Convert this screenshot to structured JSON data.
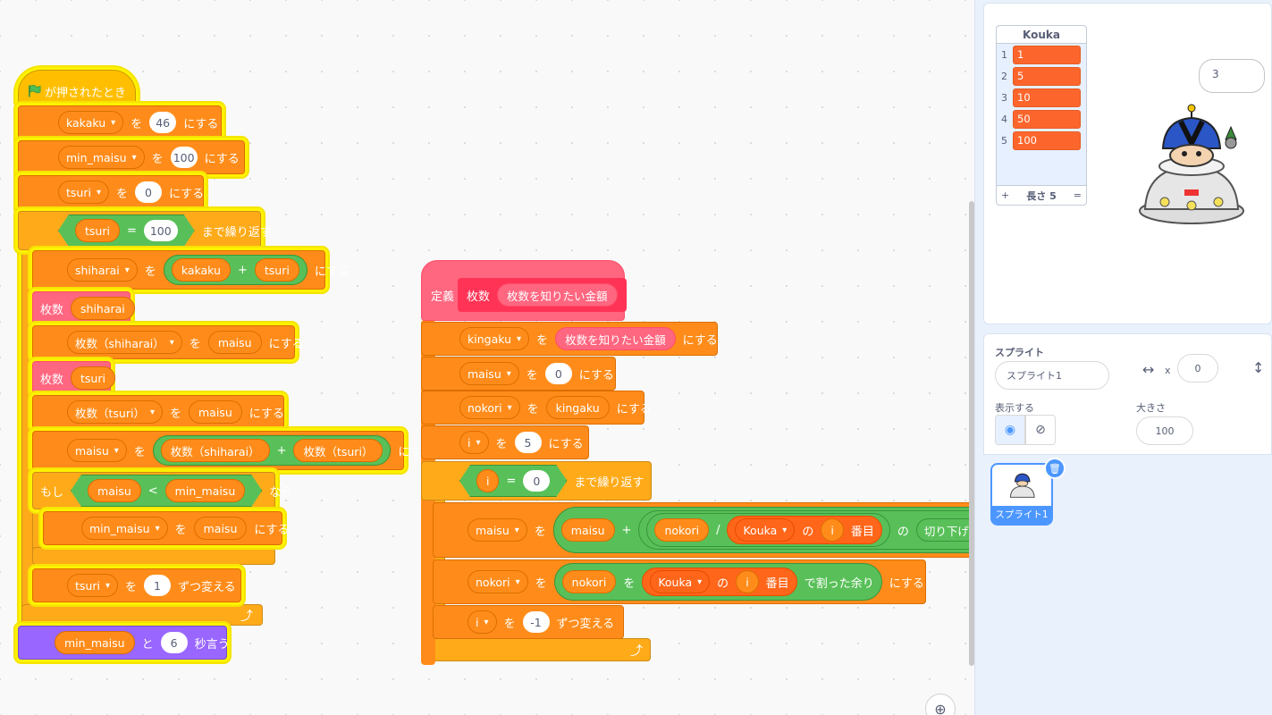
{
  "script1": {
    "hat_label": "が押されたとき",
    "set1": {
      "var": "kakaku",
      "wo": "を",
      "value": "46",
      "suru": "にする"
    },
    "set2": {
      "var": "min_maisu",
      "wo": "を",
      "value": "100",
      "suru": "にする"
    },
    "set3": {
      "var": "tsuri",
      "wo": "を",
      "value": "0",
      "suru": "にする"
    },
    "repeat": {
      "var": "tsuri",
      "op": "=",
      "value": "100",
      "label": "まで繰り返す"
    },
    "set4": {
      "var": "shiharai",
      "wo": "を",
      "a": "kakaku",
      "plus": "+",
      "b": "tsuri",
      "suru": "にする"
    },
    "call1": {
      "name": "枚数",
      "arg": "shiharai"
    },
    "set5": {
      "var": "枚数（shiharai）",
      "wo": "を",
      "value": "maisu",
      "suru": "にする"
    },
    "call2": {
      "name": "枚数",
      "arg": "tsuri"
    },
    "set6": {
      "var": "枚数（tsuri）",
      "wo": "を",
      "value": "maisu",
      "suru": "にする"
    },
    "set7": {
      "var": "maisu",
      "wo": "を",
      "a": "枚数（shiharai）",
      "plus": "+",
      "b": "枚数（tsuri）",
      "suru": "にする"
    },
    "if": {
      "moshi": "もし",
      "a": "maisu",
      "op": "<",
      "b": "min_maisu",
      "nara": "なら"
    },
    "set8": {
      "var": "min_maisu",
      "wo": "を",
      "value": "maisu",
      "suru": "にする"
    },
    "change1": {
      "var": "tsuri",
      "wo": "を",
      "value": "1",
      "label": "ずつ変える"
    },
    "say": {
      "var": "min_maisu",
      "to": "と",
      "secs": "6",
      "label": "秒言う"
    }
  },
  "script2": {
    "define": "定義",
    "name": "枚数",
    "param": "枚数を知りたい金額",
    "set1": {
      "var": "kingaku",
      "wo": "を",
      "value": "枚数を知りたい金額",
      "suru": "にする"
    },
    "set2": {
      "var": "maisu",
      "wo": "を",
      "value": "0",
      "suru": "にする"
    },
    "set3": {
      "var": "nokori",
      "wo": "を",
      "value": "kingaku",
      "suru": "にする"
    },
    "set4": {
      "var": "i",
      "wo": "を",
      "value": "5",
      "suru": "にする"
    },
    "repeat": {
      "var": "i",
      "op": "=",
      "value": "0",
      "label": "まで繰り返す"
    },
    "set5": {
      "var": "maisu",
      "wo": "を",
      "a": "maisu",
      "plus": "+",
      "b": "nokori",
      "div": "/",
      "list": "Kouka",
      "no": "の",
      "idx": "i",
      "item": "番目",
      "no2": "の",
      "func": "切り下げ"
    },
    "set6": {
      "var": "nokori",
      "wo": "を",
      "a": "nokori",
      "wo2": "を",
      "list": "Kouka",
      "no": "の",
      "idx": "i",
      "item": "番目",
      "mod": "で割った余り",
      "suru": "にする"
    },
    "change1": {
      "var": "i",
      "wo": "を",
      "value": "-1",
      "label": "ずつ変える"
    }
  },
  "stage": {
    "list_title": "Kouka",
    "list_items": [
      "1",
      "5",
      "10",
      "50",
      "100"
    ],
    "list_indexes": [
      "1",
      "2",
      "3",
      "4",
      "5"
    ],
    "list_add": "+",
    "list_length": "長さ 5",
    "list_resize": "=",
    "bubble": "3"
  },
  "sprite_info": {
    "sprite_label": "スプライト",
    "sprite_name": "スプライト1",
    "x_label": "x",
    "x_value": "0",
    "show_label": "表示する",
    "size_label": "大きさ",
    "size_value": "100"
  },
  "sprites": [
    {
      "name": "スプライト1"
    }
  ],
  "colors": {
    "events": "#ffbf00",
    "variables": "#ff8c1a",
    "control": "#ffab19",
    "operators": "#59c059",
    "lists": "#ff661a",
    "looks": "#9966ff",
    "myblocks": "#ff6680",
    "glow": "#fff200",
    "accent": "#4c97ff"
  }
}
